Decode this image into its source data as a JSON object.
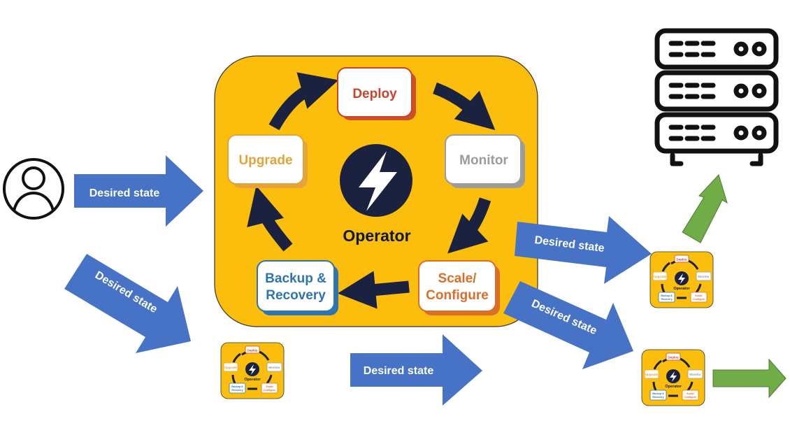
{
  "arrows": {
    "user_to_operator": "Desired state",
    "user_to_mini": "Desired state",
    "mini_to_right": "Desired state",
    "operator_to_server_mini": "Desired state",
    "operator_to_lower_mini": "Desired state"
  },
  "operator": {
    "label": "Operator",
    "steps": {
      "deploy": "Deploy",
      "monitor": "Monitor",
      "scale_line1": "Scale/",
      "scale_line2": "Configure",
      "backup_line1": "Backup &",
      "backup_line2": "Recovery",
      "upgrade": "Upgrade"
    }
  },
  "colors": {
    "operator_bg": "#FBBE0C",
    "arrow_blue": "#4673C5",
    "arrow_green": "#71AD47",
    "cycle_arrow": "#1B2240",
    "deploy": "#C9442B",
    "monitor": "#9C9C9C",
    "scale": "#D96F2B",
    "backup": "#2E74B0",
    "upgrade": "#E5A43A"
  },
  "icons": [
    "user-icon",
    "lightning-icon",
    "server-rack-icon"
  ]
}
